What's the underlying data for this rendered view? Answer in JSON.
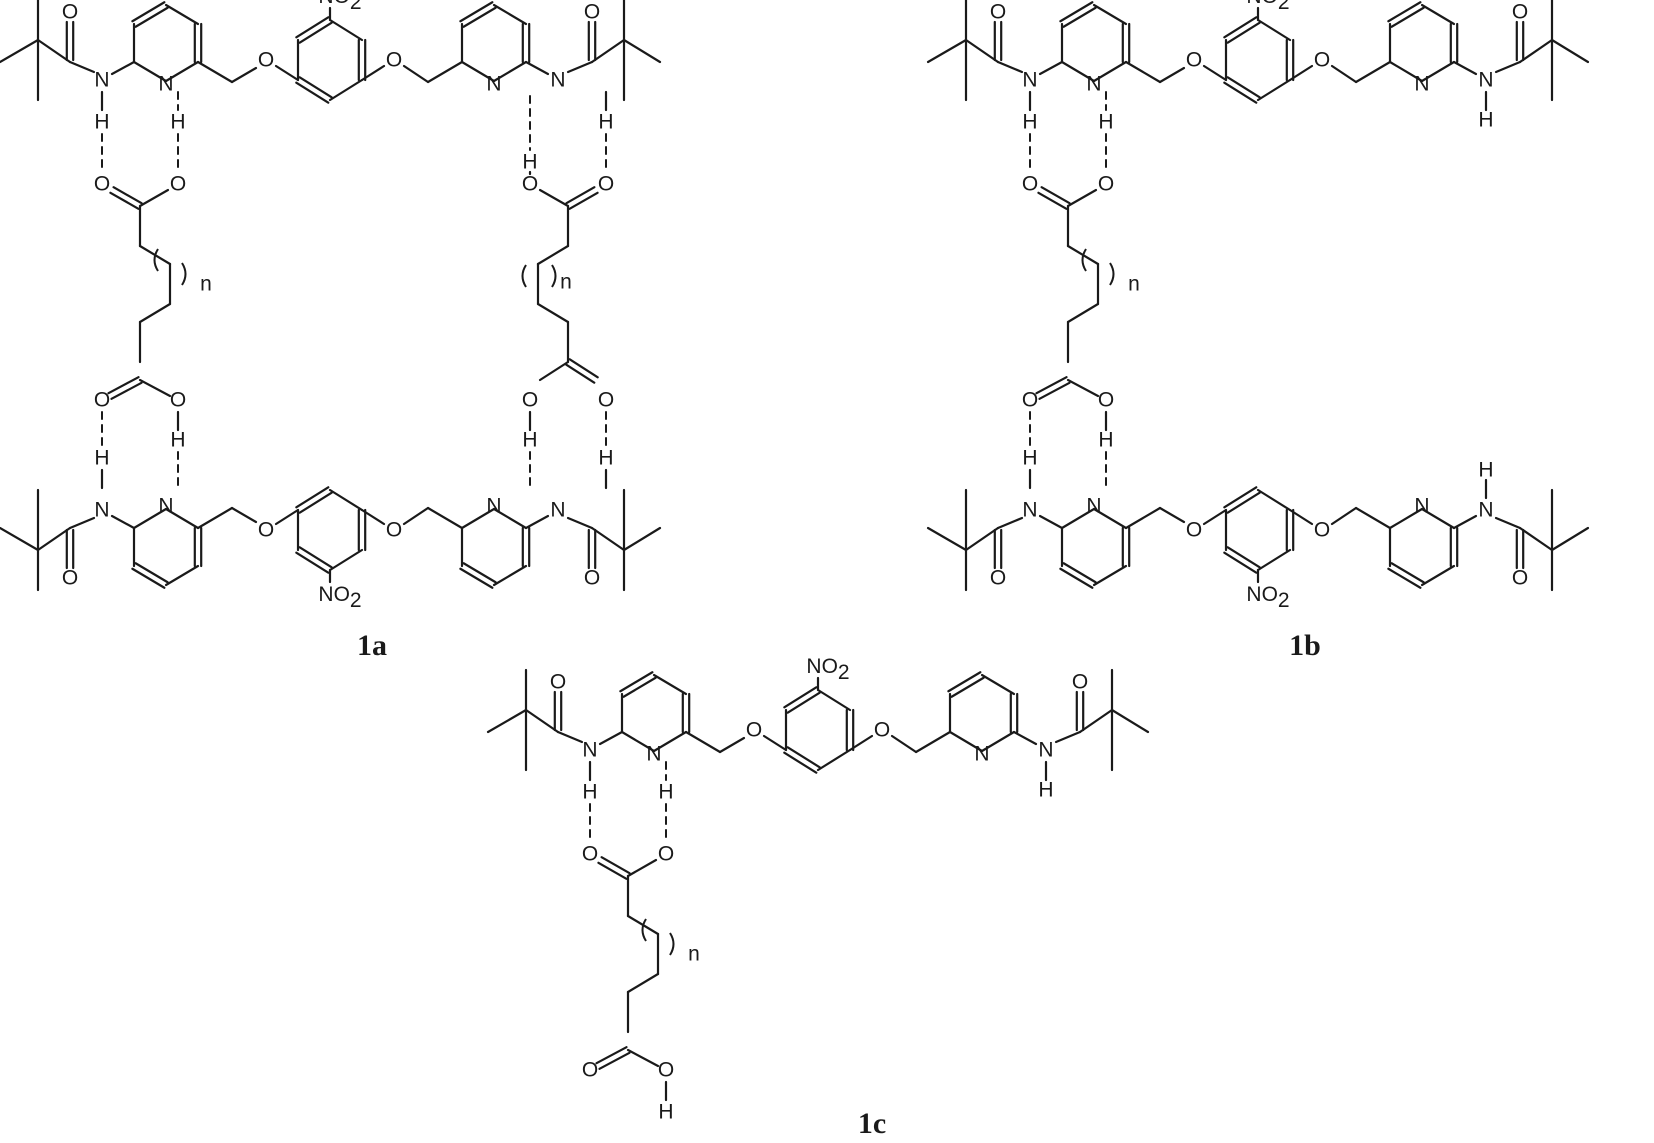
{
  "figure": {
    "captions": {
      "a": "1a",
      "b": "1b",
      "c": "1c"
    },
    "atoms": {
      "carbonyl_o": "O",
      "hydroxyl_o": "O",
      "ether_o": "O",
      "amide_n": "N",
      "pyridine_n": "N",
      "hydrogen": "H",
      "nitro": "NO",
      "nitro_subscript": "2",
      "repeat_index": "n"
    }
  }
}
